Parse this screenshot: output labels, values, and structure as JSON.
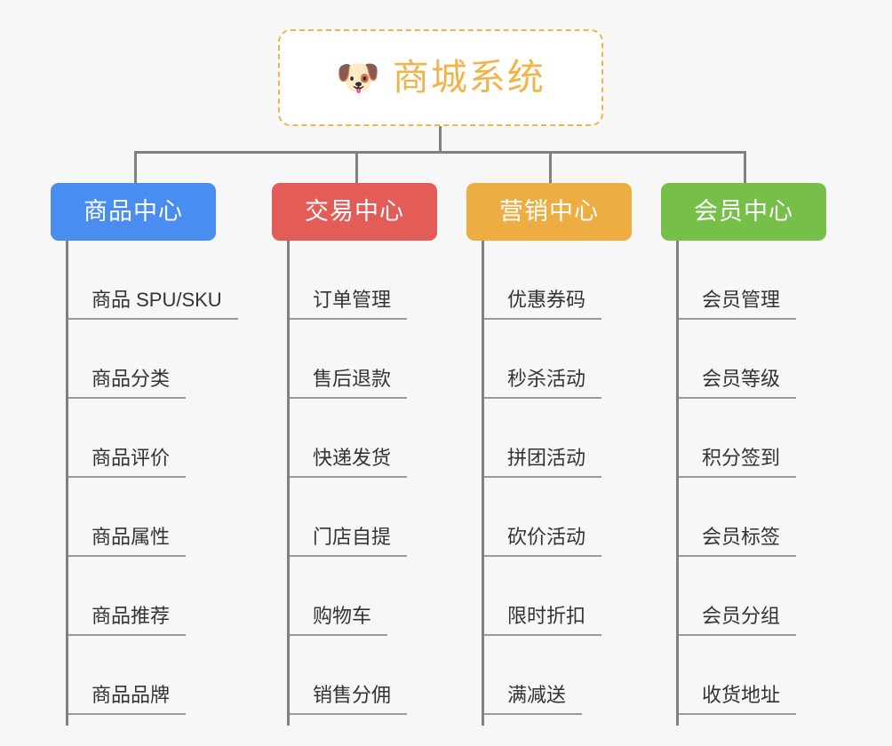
{
  "canvas": {
    "background": "#f7f7f7",
    "connector_color": "#808080"
  },
  "root": {
    "icon": "dog-face-emoji",
    "emoji": "🐶",
    "title": "商城系统",
    "text_color": "#f0b44a",
    "border_color": "#f0b44a",
    "background": "#ffffff"
  },
  "branches": [
    {
      "label": "商品中心",
      "color": "#4a8df0",
      "items": [
        "商品 SPU/SKU",
        "商品分类",
        "商品评价",
        "商品属性",
        "商品推荐",
        "商品品牌"
      ]
    },
    {
      "label": "交易中心",
      "color": "#e45c58",
      "items": [
        "订单管理",
        "售后退款",
        "快递发货",
        "门店自提",
        "购物车",
        "销售分佣"
      ]
    },
    {
      "label": "营销中心",
      "color": "#edad42",
      "items": [
        "优惠券码",
        "秒杀活动",
        "拼团活动",
        "砍价活动",
        "限时折扣",
        "满减送"
      ]
    },
    {
      "label": "会员中心",
      "color": "#76bf48",
      "items": [
        "会员管理",
        "会员等级",
        "积分签到",
        "会员标签",
        "会员分组",
        "收货地址"
      ]
    }
  ]
}
